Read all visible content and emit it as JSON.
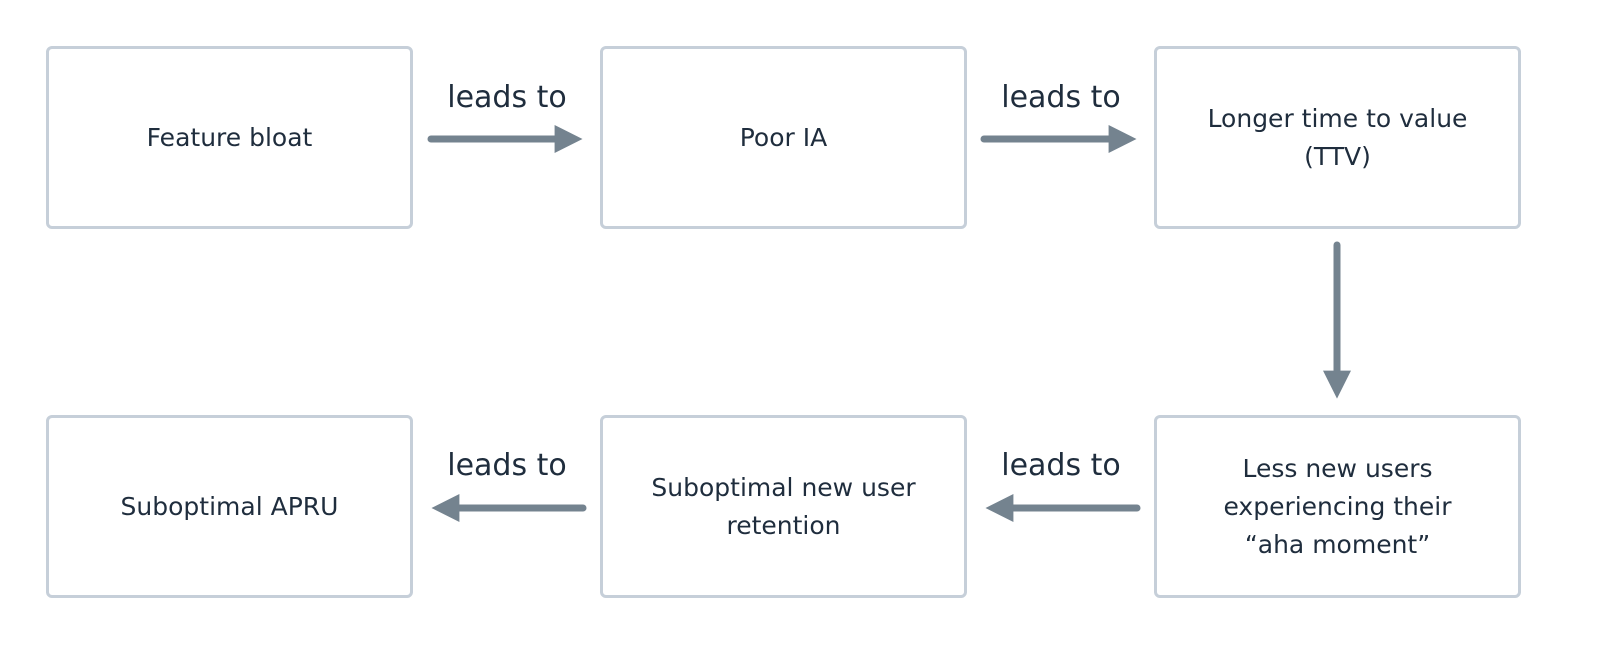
{
  "nodes": [
    {
      "id": "feature-bloat",
      "text": "Feature bloat"
    },
    {
      "id": "poor-ia",
      "text": "Poor IA"
    },
    {
      "id": "longer-ttv",
      "text": "Longer time to value (TTV)"
    },
    {
      "id": "less-aha",
      "text": "Less new users experiencing their “aha moment”"
    },
    {
      "id": "suboptimal-retention",
      "text": "Suboptimal new user retention"
    },
    {
      "id": "suboptimal-apru",
      "text": "Suboptimal APRU"
    }
  ],
  "edges": [
    {
      "from": "feature-bloat",
      "to": "poor-ia",
      "label": "leads to"
    },
    {
      "from": "poor-ia",
      "to": "longer-ttv",
      "label": "leads to"
    },
    {
      "from": "longer-ttv",
      "to": "less-aha",
      "label": ""
    },
    {
      "from": "less-aha",
      "to": "suboptimal-retention",
      "label": "leads to"
    },
    {
      "from": "suboptimal-retention",
      "to": "suboptimal-apru",
      "label": "leads to"
    }
  ],
  "colors": {
    "box_border": "#c6cfd9",
    "arrow": "#74838f",
    "text": "#1f2d3d",
    "background": "#ffffff"
  }
}
